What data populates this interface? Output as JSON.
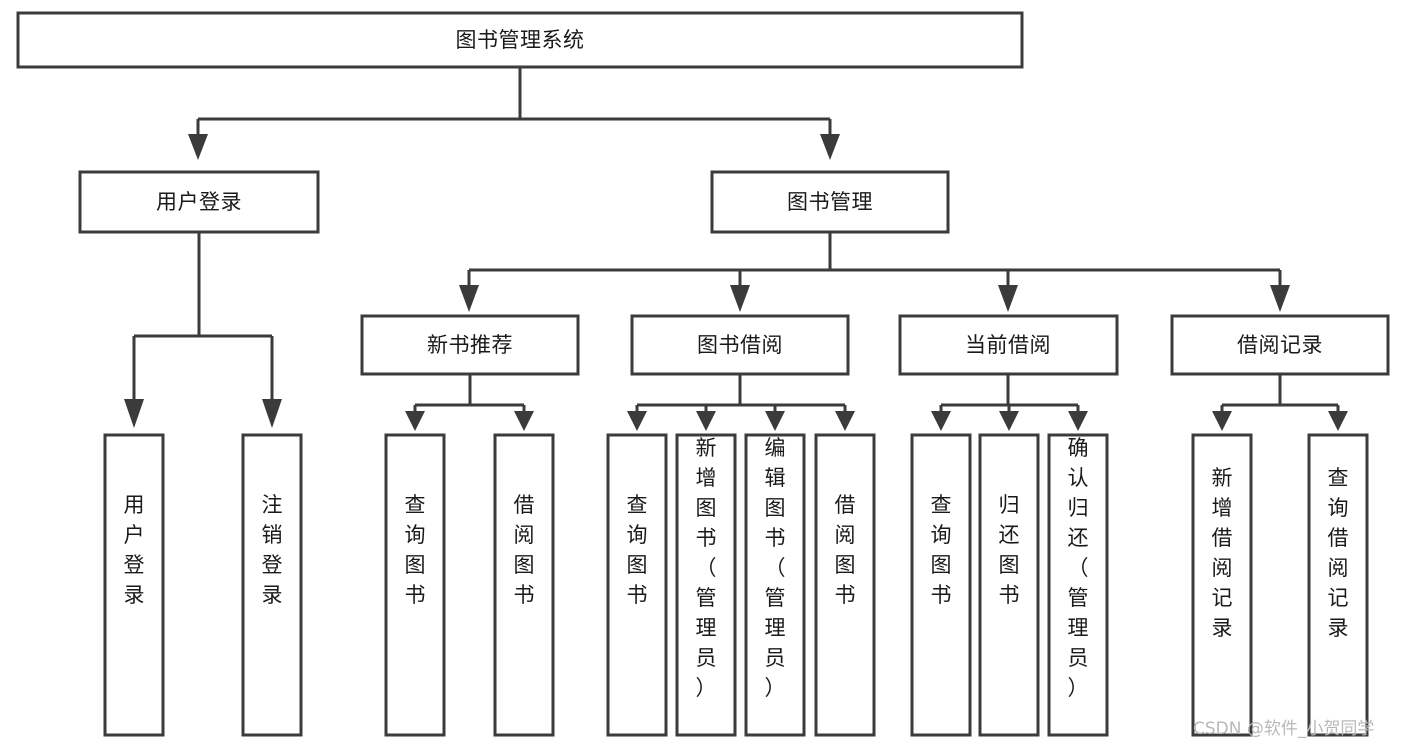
{
  "diagram": {
    "title_node": {
      "label": "图书管理系统",
      "orientation": "horizontal"
    },
    "level1": [
      {
        "label": "用户登录",
        "orientation": "horizontal"
      },
      {
        "label": "图书管理",
        "orientation": "horizontal"
      }
    ],
    "level2": [
      {
        "label": "新书推荐",
        "orientation": "horizontal"
      },
      {
        "label": "图书借阅",
        "orientation": "horizontal"
      },
      {
        "label": "当前借阅",
        "orientation": "horizontal"
      },
      {
        "label": "借阅记录",
        "orientation": "horizontal"
      }
    ],
    "leaves": {
      "user_login": [
        {
          "label": "用户登录",
          "orientation": "vertical"
        },
        {
          "label": "注销登录",
          "orientation": "vertical"
        }
      ],
      "new_book_recommend": [
        {
          "label": "查询图书",
          "orientation": "vertical"
        },
        {
          "label": "借阅图书",
          "orientation": "vertical"
        }
      ],
      "book_borrow": [
        {
          "label": "查询图书",
          "orientation": "vertical"
        },
        {
          "label": "新增图书（管理员）",
          "orientation": "vertical"
        },
        {
          "label": "编辑图书（管理员）",
          "orientation": "vertical"
        },
        {
          "label": "借阅图书",
          "orientation": "vertical"
        }
      ],
      "current_borrow": [
        {
          "label": "查询图书",
          "orientation": "vertical"
        },
        {
          "label": "归还图书",
          "orientation": "vertical"
        },
        {
          "label": "确认归还（管理员）",
          "orientation": "vertical"
        }
      ],
      "borrow_record": [
        {
          "label": "新增借阅记录",
          "orientation": "vertical"
        },
        {
          "label": "查询借阅记录",
          "orientation": "vertical"
        }
      ]
    }
  },
  "watermark": {
    "text": "CSDN @软件_小贺同学"
  },
  "colors": {
    "box_stroke": "#3b3b3b",
    "box_fill": "#ffffff",
    "text": "#1a1a1a",
    "connector": "#3b3b3b",
    "watermark": "#b9b9b9",
    "background": "#ffffff"
  }
}
